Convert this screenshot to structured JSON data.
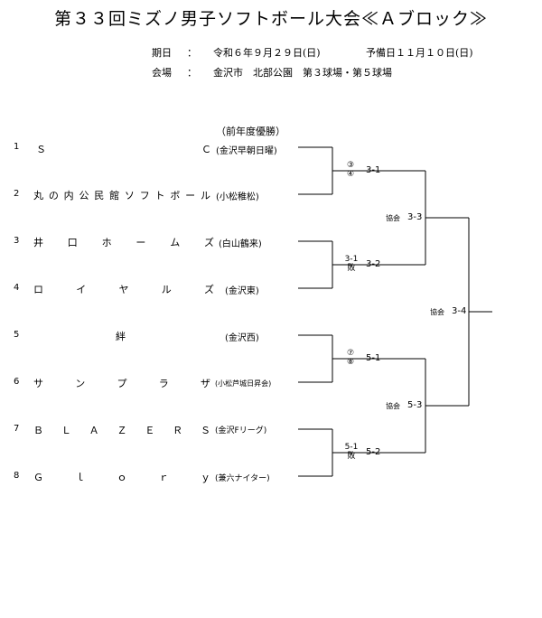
{
  "title": "第３３回ミズノ男子ソフトボール大会≪Ａブロック≫",
  "info": {
    "date_label": "期日",
    "date_colon": "：",
    "date_value": "令和６年９月２９日(日)",
    "reserve_value": "予備日１１月１０日(日)",
    "venue_label": "会場",
    "venue_colon": "：",
    "venue_value": "金沢市　北部公園　第３球場・第５球場"
  },
  "previous_winner_label": "（前年度優勝）",
  "teams": [
    {
      "num": "1",
      "chars": [
        "Ｓ",
        "Ｃ"
      ],
      "region": "(金沢早朝日曜)"
    },
    {
      "num": "2",
      "chars": [
        "丸",
        "の",
        "内",
        "公",
        "民",
        "館",
        "ソ",
        "フ",
        "ト",
        "ボ",
        "ー",
        "ル"
      ],
      "region": "(小松稚松)"
    },
    {
      "num": "3",
      "chars": [
        "井",
        "口",
        "ホ",
        "ー",
        "ム",
        "ズ"
      ],
      "region": "(白山鶴来)"
    },
    {
      "num": "4",
      "chars": [
        "ロ",
        "イ",
        "ヤ",
        "ル",
        "ズ"
      ],
      "region": "(金沢東)"
    },
    {
      "num": "5",
      "chars": [
        "絆"
      ],
      "region": "(金沢西)"
    },
    {
      "num": "6",
      "chars": [
        "サ",
        "ン",
        "プ",
        "ラ",
        "ザ"
      ],
      "region": "(小松芦城日昇会)"
    },
    {
      "num": "7",
      "chars": [
        "Ｂ",
        "Ｌ",
        "Ａ",
        "Ｚ",
        "Ｅ",
        "Ｒ",
        "Ｓ"
      ],
      "region": "(金沢Fリーグ)"
    },
    {
      "num": "8",
      "chars": [
        "Ｇ",
        "ｌ",
        "ｏ",
        "ｒ",
        "ｙ"
      ],
      "region": "(兼六ナイター)"
    }
  ],
  "round1": [
    {
      "id": "3-1",
      "ref1": "③",
      "ref2": "④"
    },
    {
      "id": "3-2",
      "ref1": "3-1",
      "ref2": "敗"
    },
    {
      "id": "5-1",
      "ref1": "⑦",
      "ref2": "⑧"
    },
    {
      "id": "5-2",
      "ref1": "5-1",
      "ref2": "敗"
    }
  ],
  "round2": [
    {
      "label": "協会",
      "id": "3-3"
    },
    {
      "label": "協会",
      "id": "5-3"
    }
  ],
  "final": {
    "label": "協会",
    "id": "3-4"
  }
}
